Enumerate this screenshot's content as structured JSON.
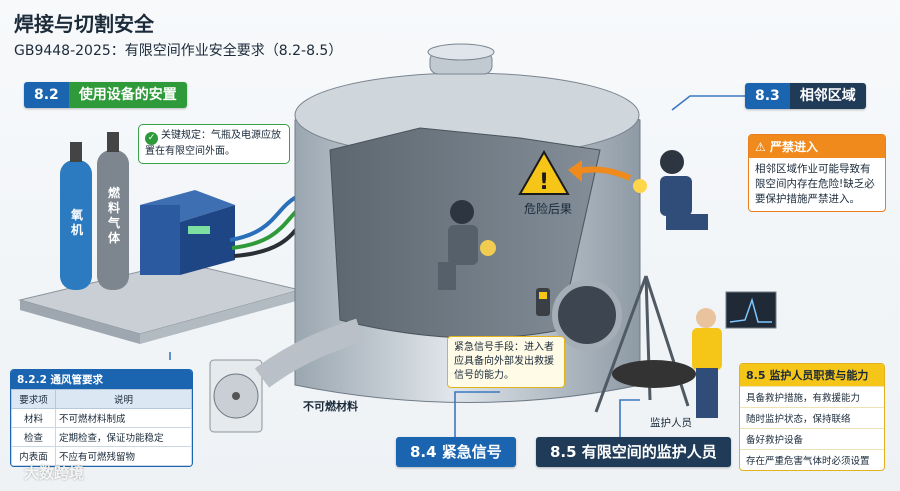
{
  "title": "焊接与切割安全",
  "subtitle": "GB9448-2025：有限空间作业安全要求（8.2-8.5）",
  "s82": {
    "num": "8.2",
    "label": "使用设备的安置"
  },
  "s83": {
    "num": "8.3",
    "label": "相邻区域"
  },
  "s84": {
    "label": "8.4 紧急信号"
  },
  "s85": {
    "label": "8.5 有限空间的监护人员"
  },
  "key_rule": {
    "check": "✓",
    "text": "关键规定：气瓶及电源应放置在有限空间外面。"
  },
  "cylinders": {
    "oxygen": "氧机",
    "fuel": "燃料气体"
  },
  "strict": {
    "icon": "⚠",
    "header": "严禁进入",
    "body": "相邻区域作业可能导致有限空间内存在危险!缺乏必要保护措施严禁进入。"
  },
  "danger_label": "危险后果",
  "emergency": {
    "text": "紧急信号手段：进入者应具备向外部发出救援信号的能力。"
  },
  "nonflam_label": "不可燃材料",
  "monitor_label": "监护人员",
  "vent": {
    "header": "8.2.2 通风管要求",
    "columns": [
      "要求项",
      "说明"
    ],
    "rows": [
      [
        "材料",
        "不可燃材料制成"
      ],
      [
        "检查",
        "定期检查，保证功能稳定"
      ],
      [
        "内表面",
        "不应有可燃残留物"
      ]
    ]
  },
  "duties": {
    "header": "8.5 监护人员职责与能力",
    "items": [
      "具备救护措施，有救援能力",
      "随时监护状态，保持联络",
      "备好救护设备",
      "存在严重危害气体时必须设置"
    ]
  },
  "watermark": "大数跨境",
  "colors": {
    "blue": "#1a64b0",
    "green": "#2f9a3a",
    "navy": "#1f3b57",
    "orange": "#f08a1c",
    "yellow": "#f5c518"
  }
}
